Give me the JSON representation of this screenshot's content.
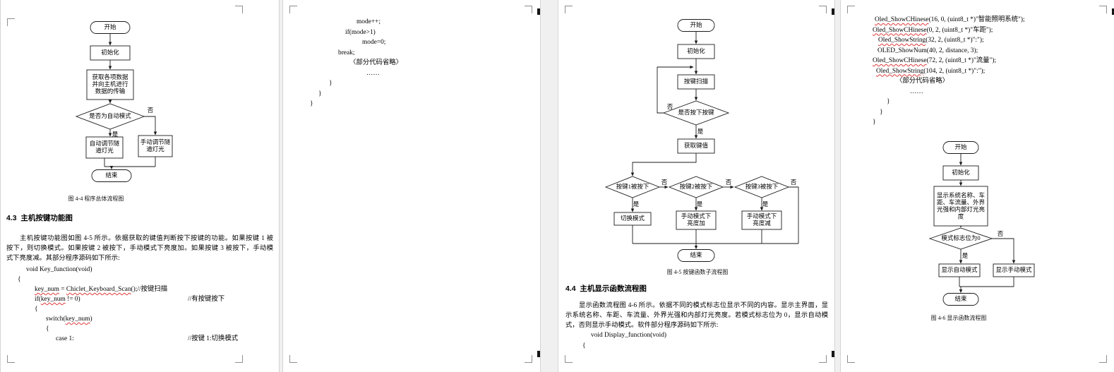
{
  "colors": {
    "spellcheck_underline": "#e03a3a",
    "page_background": "#ffffff"
  },
  "page1": {
    "flowchart": {
      "start": "开始",
      "init": "初始化",
      "collect": "获取各项数据并向主机进行数据的传输",
      "decision": "是否为自动模式",
      "auto": "自动调节隧道灯光",
      "manual": "手动调节隧道灯光",
      "end": "结束",
      "yes": "是",
      "no": "否"
    },
    "caption": "图 4-4   程序总体流程图",
    "heading": "4.3  主机按键功能图",
    "paragraph": [
      "主机按键功能图如图 4-5 所示。依据获取的键值判断按下按键的功能。如果按键 1 被",
      "按下，则切换模式。如果按键 2 被按下，手动模式下亮度加。如果按键 3 被按下，手动模",
      "式下亮度减。其部分程序源码如下所示:"
    ],
    "code": [
      {
        "indent": 36,
        "segments": [
          {
            "t": "void Key_function(void)"
          }
        ]
      },
      {
        "indent": 24,
        "segments": [
          {
            "t": "{"
          }
        ]
      },
      {
        "indent": 48,
        "segments": [
          {
            "t": "key_num",
            "w": true
          },
          {
            "t": " = "
          },
          {
            "t": "Chiclet_Keyboard_Scan",
            "w": true
          },
          {
            "t": "();//按键扫描"
          }
        ]
      },
      {
        "indent": 48,
        "segments": [
          {
            "t": "if("
          },
          {
            "t": "key_num",
            "w": true
          },
          {
            "t": " != 0)"
          }
        ],
        "comment": "//有按键按下"
      },
      {
        "indent": 48,
        "segments": [
          {
            "t": "{"
          }
        ]
      },
      {
        "indent": 64,
        "segments": [
          {
            "t": "switch("
          },
          {
            "t": "key_num",
            "w": true
          },
          {
            "t": ")"
          }
        ]
      },
      {
        "indent": 64,
        "segments": [
          {
            "t": "{"
          }
        ]
      },
      {
        "indent": 78,
        "segments": [
          {
            "t": "case 1:"
          }
        ],
        "comment": "//按键 1:切换模式"
      }
    ]
  },
  "page2": {
    "code": [
      {
        "indent": 104,
        "segments": [
          {
            "t": "mode++;"
          }
        ]
      },
      {
        "indent": 88,
        "segments": [
          {
            "t": "if(mode>1)"
          }
        ]
      },
      {
        "indent": 112,
        "segments": [
          {
            "t": "mode=0;"
          }
        ]
      },
      {
        "indent": 78,
        "segments": [
          {
            "t": "break;"
          }
        ]
      },
      {
        "indent": 94,
        "segments": [
          {
            "t": "〈部分代码省略〉"
          }
        ]
      },
      {
        "indent": 118,
        "segments": [
          {
            "t": "……"
          }
        ]
      },
      {
        "indent": 65,
        "segments": [
          {
            "t": "}"
          }
        ]
      },
      {
        "indent": 50,
        "segments": [
          {
            "t": "}"
          }
        ]
      },
      {
        "indent": 38,
        "segments": [
          {
            "t": "}"
          }
        ]
      }
    ]
  },
  "page3": {
    "flowchart": {
      "start": "开始",
      "init": "初始化",
      "scan": "按键扫描",
      "dec0": "是否按下按键",
      "getkey": "获取键值",
      "dec1": "按键1被按下",
      "dec2": "按键2被按下",
      "dec3": "按键3被按下",
      "box1": "切换模式",
      "box2": "手动模式下亮度加",
      "box3": "手动模式下亮度减",
      "end": "结束",
      "yes": "是",
      "no": "否"
    },
    "caption": "图 4-5   按键函数子流程图",
    "heading": "4.4  主机显示函数流程图",
    "paragraph": [
      "显示函数流程图 4-6 所示。依据不同的模式标志位显示不同的内容。显示主界面，显",
      "示系统名称、车距、车流量、外界光强和内部灯光亮度。若模式标志位为 0，显示自动模",
      "式，否则显示手动模式。软件部分程序源码如下所示:"
    ],
    "code": [
      {
        "indent": 46,
        "segments": [
          {
            "t": "void Display_function(void)"
          }
        ]
      },
      {
        "indent": 34,
        "segments": [
          {
            "t": "{"
          }
        ]
      }
    ]
  },
  "page4": {
    "code": [
      {
        "indent": 48,
        "segments": [
          {
            "t": "Oled_ShowCHinese",
            "w": true
          },
          {
            "t": "(16, 0, (uint8_t *)\"智能照明系统\");"
          }
        ]
      },
      {
        "indent": 45,
        "segments": [
          {
            "t": "Oled_ShowCHinese",
            "w": true
          },
          {
            "t": "(0, 2, (uint8_t *)\"车距\");"
          }
        ]
      },
      {
        "indent": 53,
        "segments": [
          {
            "t": "Oled_ShowString",
            "w": true
          },
          {
            "t": "(32, 2, (uint8_t *)\":\");"
          }
        ]
      },
      {
        "indent": 52,
        "segments": [
          {
            "t": "OLED_ShowNum(40, 2, distance, 3);"
          }
        ]
      },
      {
        "indent": 45,
        "segments": [
          {
            "t": "Oled_ShowCHinese",
            "w": true
          },
          {
            "t": "(72, 2, (uint8_t *)\"流量\");"
          }
        ]
      },
      {
        "indent": 50,
        "segments": [
          {
            "t": "Oled_ShowString",
            "w": true
          },
          {
            "t": "(104, 2, (uint8_t *)\":\");"
          }
        ]
      },
      {
        "indent": 78,
        "segments": [
          {
            "t": "〈部分代码省略〉"
          }
        ]
      },
      {
        "indent": 98,
        "segments": [
          {
            "t": "……"
          }
        ]
      },
      {
        "indent": 65,
        "segments": [
          {
            "t": "}"
          }
        ]
      },
      {
        "indent": 55,
        "segments": [
          {
            "t": "}"
          }
        ]
      },
      {
        "indent": 45,
        "segments": [
          {
            "t": "}"
          }
        ]
      }
    ],
    "flowchart": {
      "start": "开始",
      "init": "初始化",
      "display": "显示系统名称、车距、车流量、外界光强和内部灯光亮度",
      "decision": "模式标志位为0",
      "auto": "显示自动模式",
      "manual": "显示手动模式",
      "end": "结束",
      "yes": "是",
      "no": "否"
    },
    "caption": "图 4-6   显示函数流程图"
  }
}
